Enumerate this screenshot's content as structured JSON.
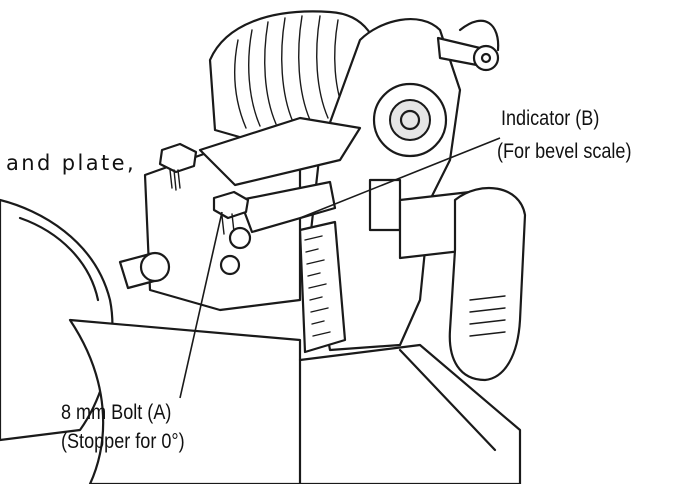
{
  "labels": {
    "partial_text": "and plate,",
    "indicator_b_line1": "Indicator (B)",
    "indicator_b_line2": "(For bevel scale)",
    "bolt_a_line1": "8 mm Bolt (A)",
    "bolt_a_line2": "(Stopper for 0°)"
  },
  "colors": {
    "ink": "#1a1a1a",
    "background": "#ffffff",
    "shade": "#e6e6e6"
  }
}
